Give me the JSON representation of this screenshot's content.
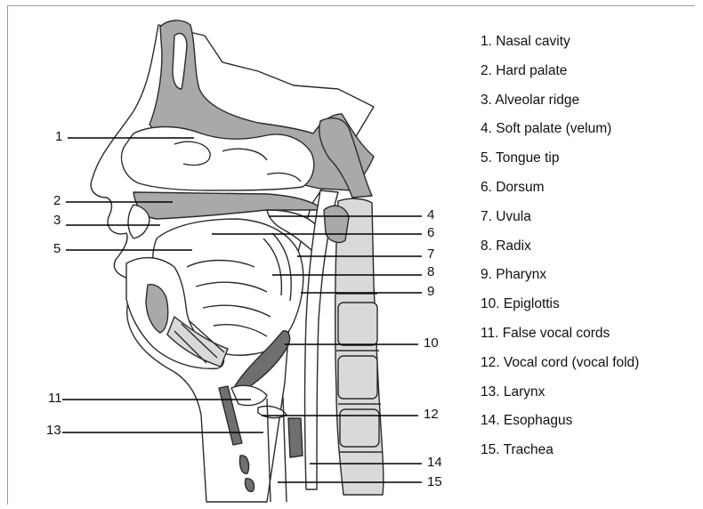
{
  "diagram": {
    "colors": {
      "tissue": "#a9a9a9",
      "bone": "#d9d9d9",
      "dark_tissue": "#6f6f6f",
      "outline": "#2b2b2b",
      "leader": "#000000"
    },
    "callouts": [
      "1",
      "2",
      "3",
      "4",
      "5",
      "6",
      "7",
      "8",
      "9",
      "10",
      "11",
      "12",
      "13",
      "14",
      "15"
    ],
    "legend": [
      "1. Nasal cavity",
      "2. Hard palate",
      "3. Alveolar ridge",
      "4. Soft palate (velum)",
      "5. Tongue tip",
      "6. Dorsum",
      "7. Uvula",
      "8. Radix",
      "9. Pharynx",
      "10. Epiglottis",
      "11. False vocal cords",
      "12. Vocal cord (vocal fold)",
      "13. Larynx",
      "14. Esophagus",
      "15. Trachea"
    ]
  }
}
